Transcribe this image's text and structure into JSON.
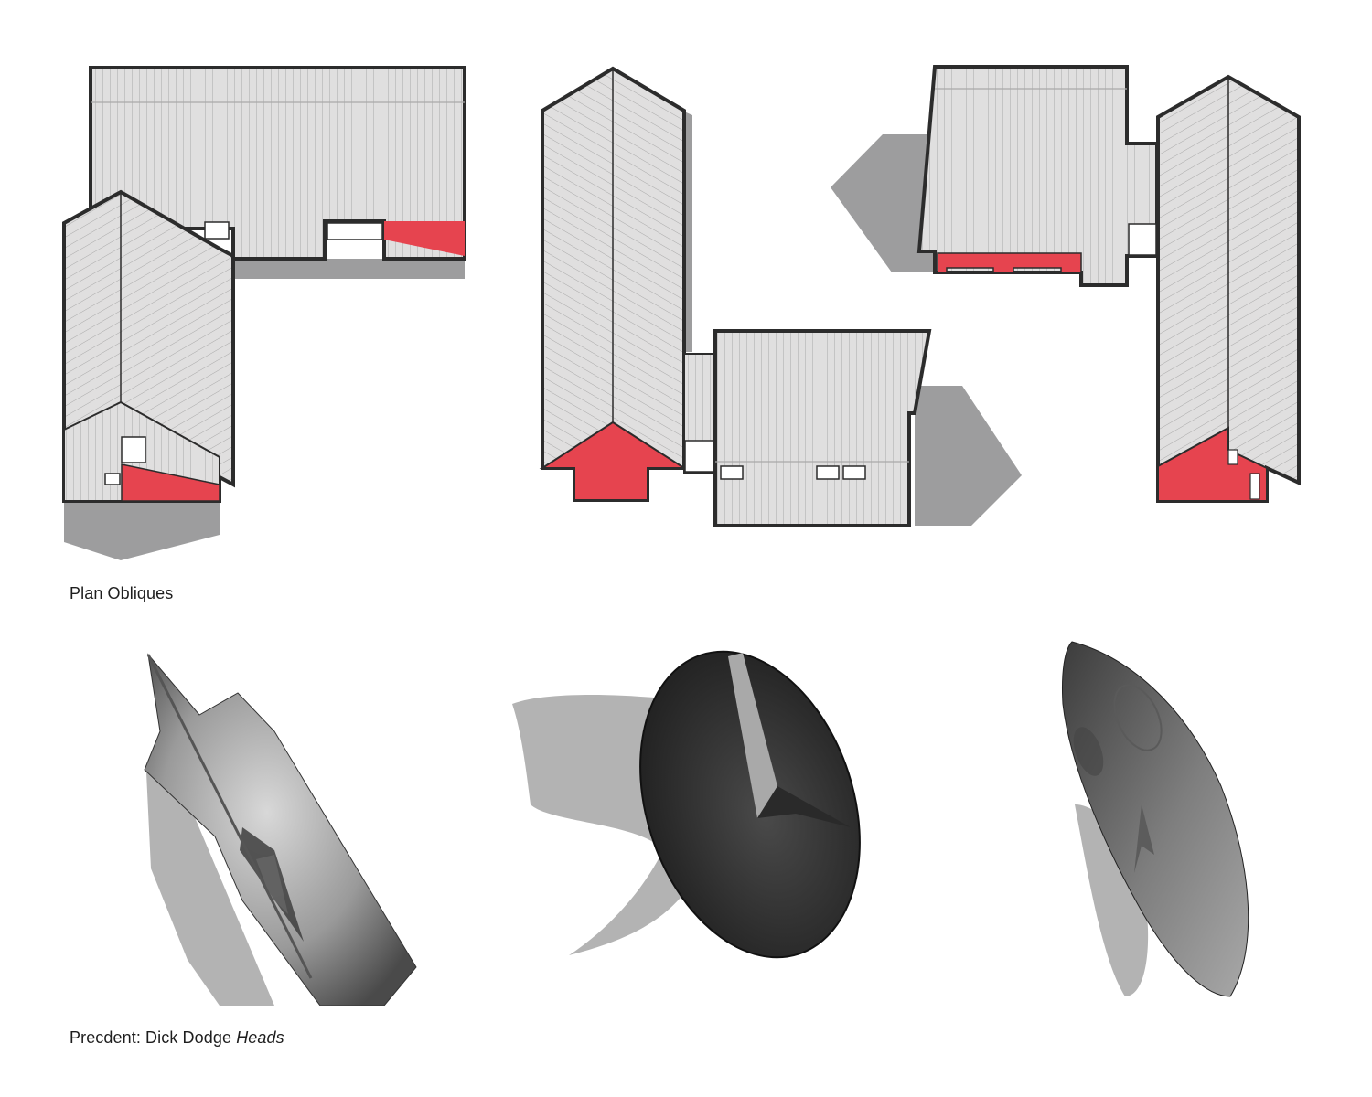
{
  "captions": {
    "plan_obliques": "Plan Obliques",
    "precedent_prefix": "Precdent: Dick Dodge ",
    "precedent_italic": "Heads"
  },
  "colors": {
    "roof_fill": "#e0dfdf",
    "roof_line": "#a9a9a9",
    "outline": "#2c2c2c",
    "shadow": "#9d9d9e",
    "accent_red": "#e6444f",
    "photo_shadow": "#b3b3b3"
  }
}
